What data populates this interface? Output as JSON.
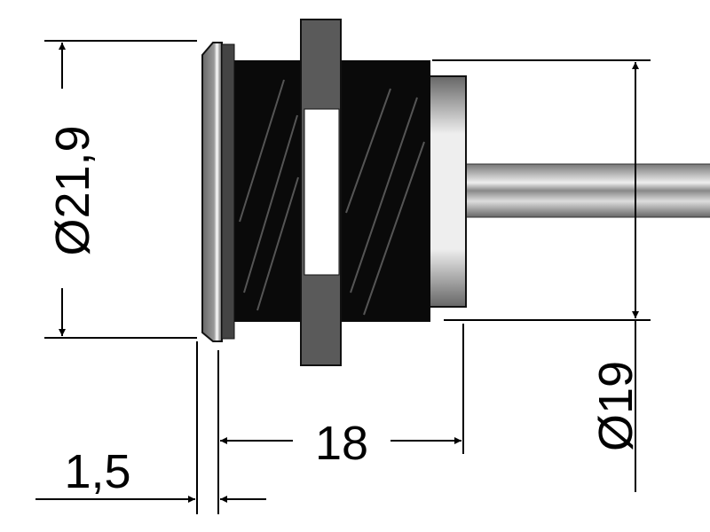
{
  "drawing": {
    "title": "Panel-mount threaded connector dimension drawing",
    "dimensions": {
      "flange_diameter": "Ø21,9",
      "body_diameter": "Ø19",
      "body_length": "18",
      "flange_thickness": "1,5"
    }
  },
  "colors": {
    "line": "#000000",
    "thread": "#0a0a0a",
    "nut": "#555555",
    "flange": "#777777"
  }
}
